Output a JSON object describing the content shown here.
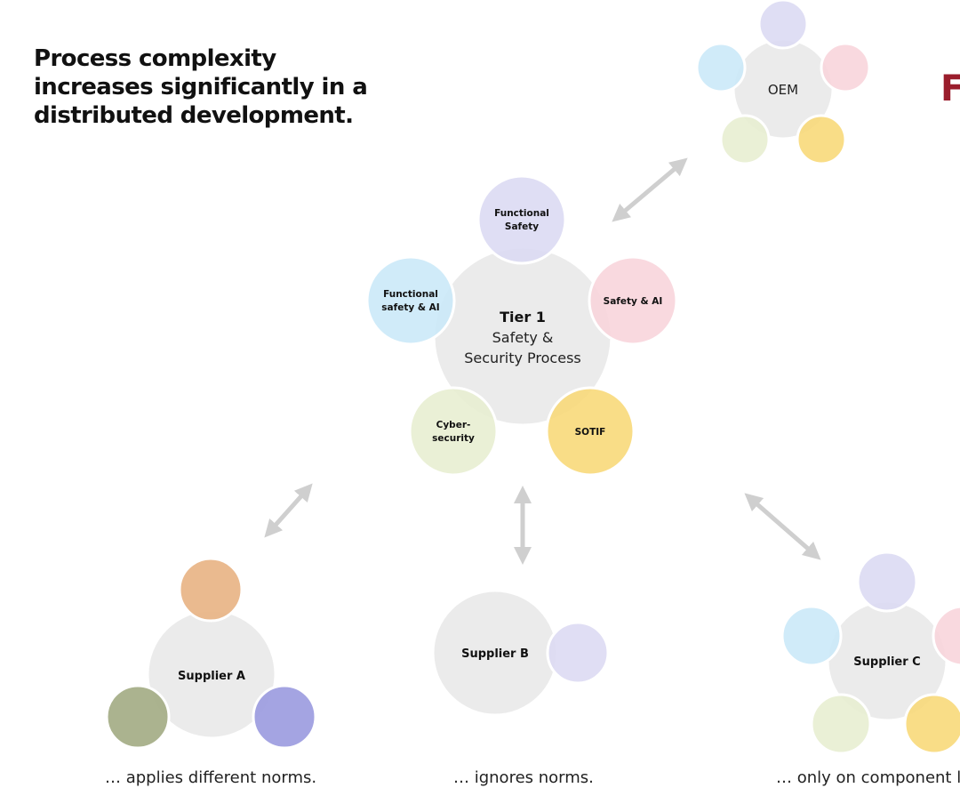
{
  "title": "Process complexity\nincreases significantly in a\ndistributed development.",
  "brand_text": "F",
  "center": {
    "title": "Tier 1",
    "subtitle_line1": "Safety &",
    "subtitle_line2": "Security Process",
    "satellites": {
      "functional_safety": [
        "Functional",
        "Safety"
      ],
      "safety_ai": [
        "Safety & AI"
      ],
      "sotif": [
        "SOTIF"
      ],
      "cybersecurity": [
        "Cyber-",
        "security"
      ],
      "functional_safety_ai": [
        "Functional",
        "safety & AI"
      ]
    }
  },
  "oem": {
    "label": "OEM"
  },
  "supplier_a": {
    "label": "Supplier A",
    "caption": "… applies different norms."
  },
  "supplier_b": {
    "label": "Supplier B",
    "caption": "… ignores norms."
  },
  "supplier_c": {
    "label": "Supplier C",
    "caption": "… only on component l"
  },
  "colors": {
    "purple": "#dcdaf3",
    "pink": "#f8d5dc",
    "yellow": "#f8d97a",
    "green": "#e8eed2",
    "blue": "#cbe9f8",
    "hub": "#ebebeb",
    "orange": "#e8b486",
    "olive": "#a4ad86",
    "violet": "#9c9ce0",
    "arrow": "#cfcfcf",
    "brand": "#9a1d2c"
  }
}
